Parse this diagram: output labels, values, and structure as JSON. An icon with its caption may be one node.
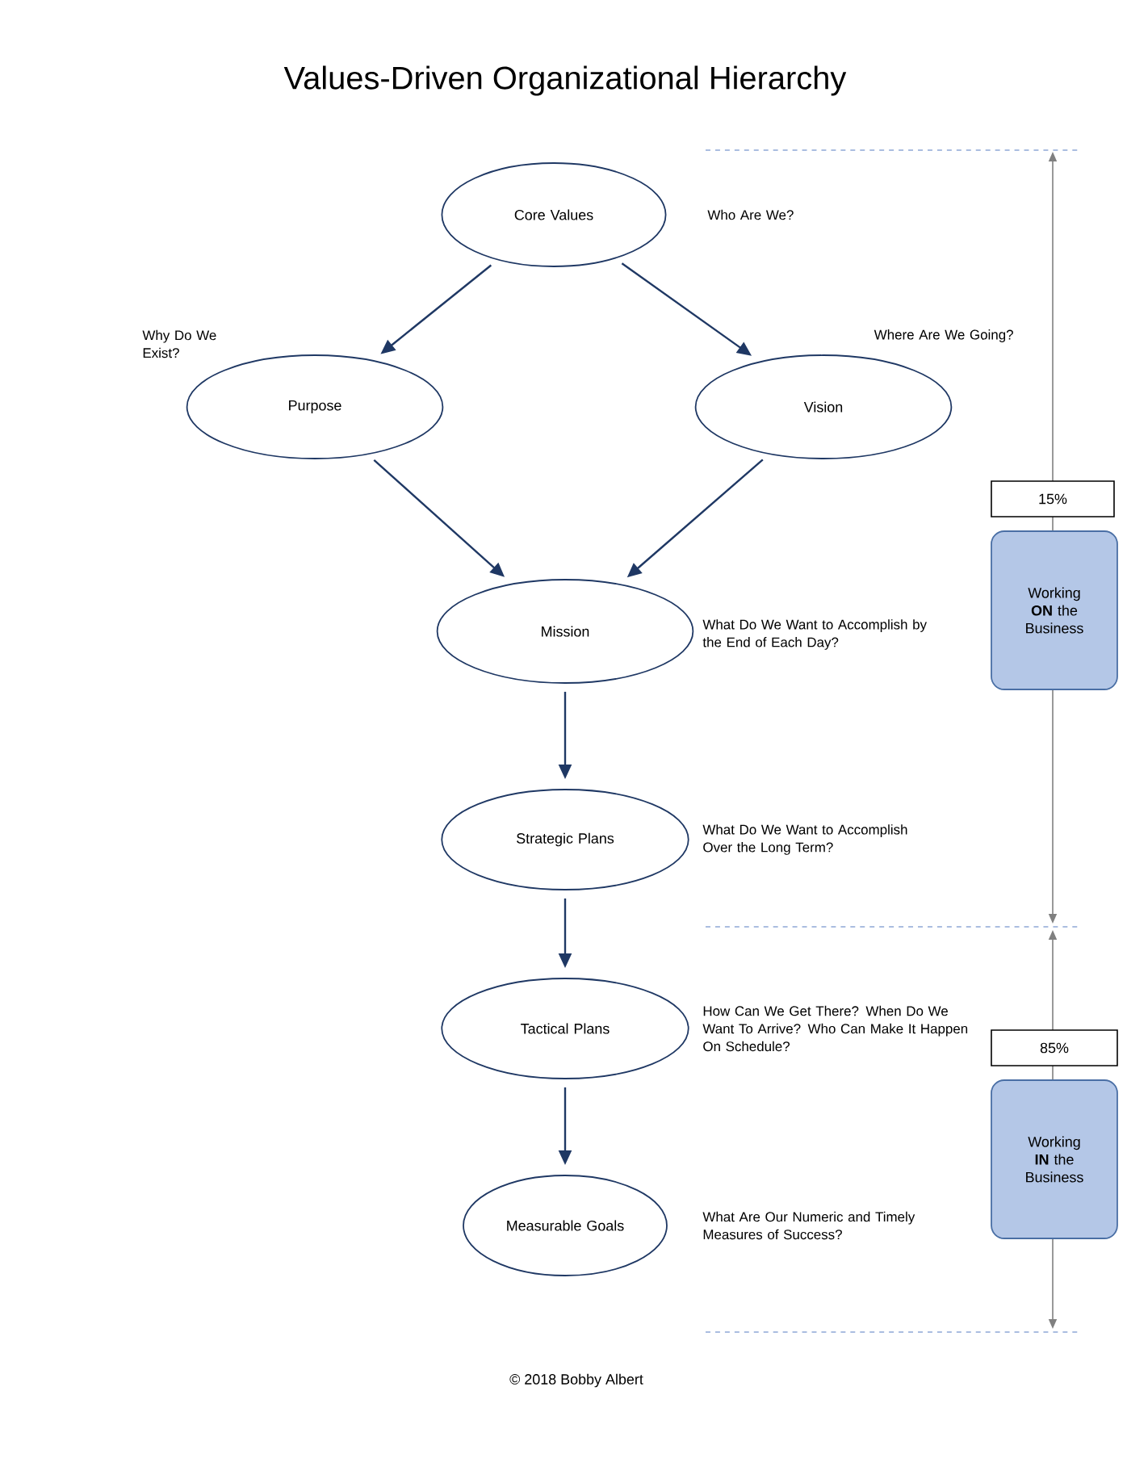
{
  "diagram": {
    "title": "Values-Driven Organizational Hierarchy",
    "nodes": [
      {
        "text": [
          "Core Values"
        ],
        "beside": [
          "Who Are We?"
        ]
      },
      {
        "text": [
          "Purpose"
        ],
        "beside": [
          "Why Do We Exist?"
        ]
      },
      {
        "text": [
          "Vision"
        ],
        "beside": [
          "Where Are We Going?"
        ]
      },
      {
        "text": [
          "Mission"
        ],
        "beside": [
          "What Do We Want to Accomplish by the End of Each Day?"
        ]
      },
      {
        "text": [
          "Strategic Plans"
        ],
        "beside": [
          "What Do We Want to Accomplish Over the Long Term?"
        ]
      },
      {
        "text": [
          "Tactical Plans"
        ],
        "beside": [
          "How Can We Get There? When Do We Want To Arrive? Who Can Make It Happen On Schedule?"
        ]
      },
      {
        "text": [
          "Measurable Goals"
        ],
        "beside": [
          "What Are Our Numeric and Timely Measures of Success?"
        ]
      },
      {
        "text": [
          "15%"
        ]
      },
      {
        "text": [
          "Working **ON** the Business"
        ]
      },
      {
        "text": [
          "85%"
        ]
      },
      {
        "text": [
          "Working **IN** the Business"
        ]
      }
    ],
    "edges": [
      {
        "from": 0,
        "to": 1,
        "arrow": "to"
      },
      {
        "from": 0,
        "to": 2,
        "arrow": "to"
      },
      {
        "from": 1,
        "to": 3,
        "arrow": "to"
      },
      {
        "from": 2,
        "to": 3,
        "arrow": "to"
      },
      {
        "from": 3,
        "to": 4,
        "arrow": "to"
      },
      {
        "from": 4,
        "to": 5,
        "arrow": "to"
      },
      {
        "from": 5,
        "to": 6,
        "arrow": "to"
      }
    ],
    "labels": [
      "© 2018 Bobby Albert"
    ]
  }
}
